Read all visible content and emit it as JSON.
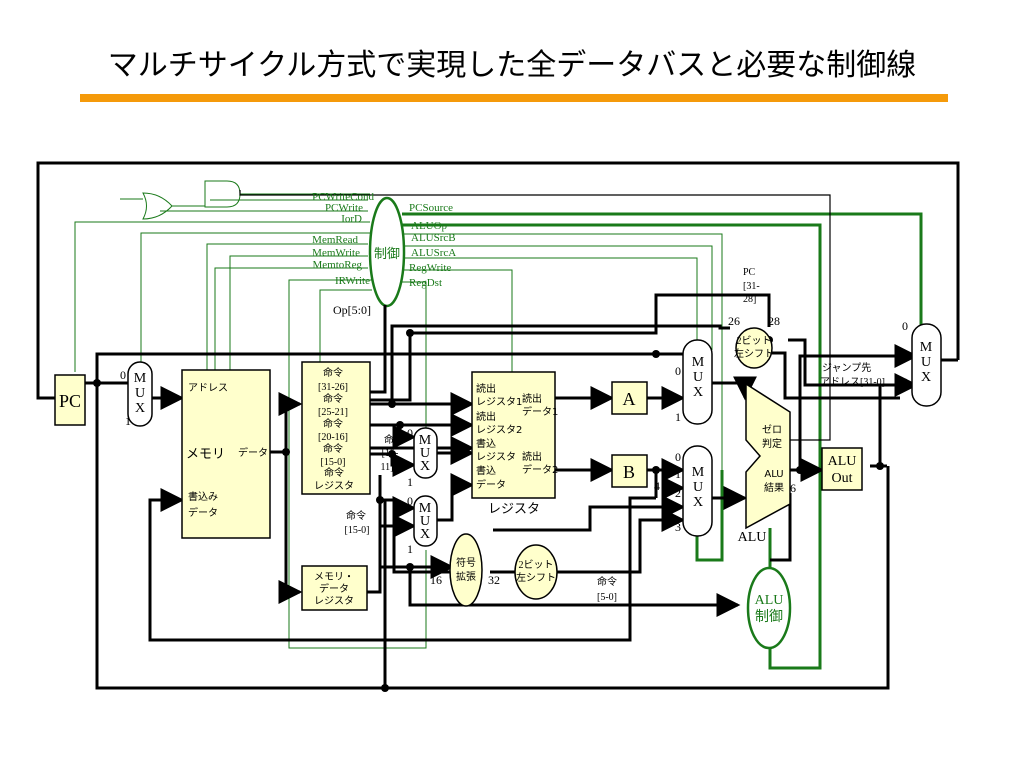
{
  "title": "マルチサイクル方式で実現した全データバスと必要な制御線",
  "colors": {
    "accent": "#f59a0a",
    "control": "#1a7a1a",
    "unit_fill": "#ffffcc"
  },
  "control_unit": {
    "label": "制御",
    "opcode": "Op[5:0]"
  },
  "control_signals_left": [
    "PCWriteCond",
    "PCWrite",
    "IorD",
    "MemRead",
    "MemWrite",
    "MemtoReg",
    "IRWrite"
  ],
  "control_signals_right": [
    "PCSource",
    "ALUOp",
    "ALUSrcB",
    "ALUSrcA",
    "RegWrite",
    "RegDst"
  ],
  "pc": {
    "label": "PC"
  },
  "memory": {
    "title": "メモリ",
    "address": "アドレス",
    "data": "データ",
    "write_line1": "書込み",
    "write_line2": "データ"
  },
  "instruction_register": {
    "fields": [
      "命令",
      "[31-26]",
      "命令",
      "[25-21]",
      "命令",
      "[20-16]",
      "命令",
      "[15-0]"
    ],
    "name_line1": "命令",
    "name_line2": "レジスタ"
  },
  "memory_data_register": {
    "line1": "メモリ・",
    "line2": "データ",
    "line3": "レジスタ"
  },
  "register_file": {
    "name": "レジスタ",
    "read1": [
      "読出",
      "レジスタ1"
    ],
    "read2": [
      "読出",
      "レジスタ2"
    ],
    "write_reg": [
      "書込",
      "レジスタ"
    ],
    "write_data": [
      "書込",
      "データ"
    ],
    "out1": [
      "読出",
      "データ1"
    ],
    "out2": [
      "読出",
      "データ2"
    ]
  },
  "reg_a": "A",
  "reg_b": "B",
  "alu": {
    "label": "ALU",
    "zero": [
      "ゼロ",
      "判定"
    ],
    "result": [
      "ALU",
      "結果"
    ]
  },
  "alu_out": [
    "ALU",
    "Out"
  ],
  "alu_control": [
    "ALU",
    "制御"
  ],
  "sign_extend": [
    "符号",
    "拡張"
  ],
  "shift_left_small": [
    "2ビット",
    "左シフト"
  ],
  "shift_left_big": [
    "2ビット",
    "左シフト"
  ],
  "mux_letters": [
    "M",
    "U",
    "X"
  ],
  "labels": {
    "in_15_11": [
      "命令",
      "[15-",
      "11]"
    ],
    "in_15_0": [
      "命令",
      "[15-0]"
    ],
    "in_5_0": [
      "命令",
      "[5-0]"
    ],
    "pc_31_28": [
      "PC",
      "[31-",
      "28]"
    ],
    "jump_addr": [
      "ジャンプ先",
      "アドレス[31-0]"
    ],
    "w26": "26",
    "w28": "28",
    "w16": "16",
    "w32": "32",
    "w6": "6"
  },
  "port_numbers": {
    "zero": "0",
    "one": "1",
    "two": "2",
    "three": "3",
    "four": "4"
  }
}
